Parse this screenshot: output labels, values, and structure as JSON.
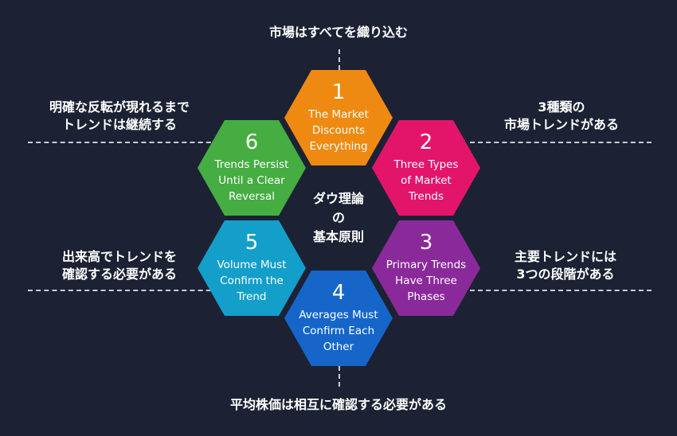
{
  "center_title": "ダウ理論\nの\n基本原則",
  "colors": {
    "background": "#1c2233",
    "hex1": "#ee8a12",
    "hex2": "#e3156b",
    "hex3": "#8a2a9a",
    "hex4": "#1566c8",
    "hex5": "#139fc9",
    "hex6": "#45ad42"
  },
  "hexagons": [
    {
      "number": "1",
      "label": "The Market\nDiscounts\nEverything"
    },
    {
      "number": "2",
      "label": "Three Types\nof Market\nTrends"
    },
    {
      "number": "3",
      "label": "Primary Trends\nHave Three\nPhases"
    },
    {
      "number": "4",
      "label": "Averages Must\nConfirm Each\nOther"
    },
    {
      "number": "5",
      "label": "Volume Must\nConfirm the\nTrend"
    },
    {
      "number": "6",
      "label": "Trends Persist\nUntil a Clear\nReversal"
    }
  ],
  "notes": {
    "top": "市場はすべてを織り込む",
    "top_left": "明確な反転が現れるまで\nトレンドは継続する",
    "top_right": "3種類の\n市場トレンドがある",
    "bottom_left": "出来高でトレンドを\n確認する必要がある",
    "bottom_right": "主要トレンドには\n3つの段階がある",
    "bottom": "平均株価は相互に確認する必要がある"
  }
}
